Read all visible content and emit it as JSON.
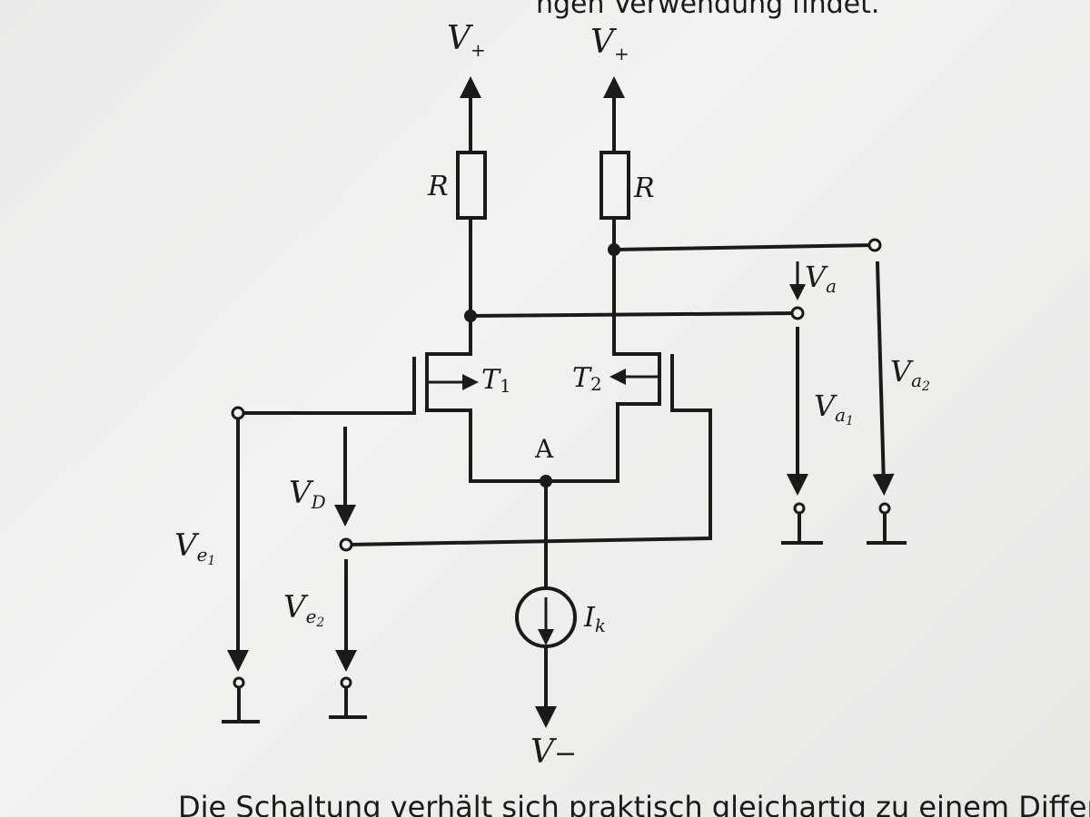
{
  "page_text": {
    "top_fragment": "ngen Verwendung findet.",
    "bottom_sentence": "Die Schaltung verhält sich praktisch gleichartig zu einem Differen"
  },
  "circuit": {
    "supply_left": "V",
    "supply_left_sub": "+",
    "supply_right": "V",
    "supply_right_sub": "+",
    "resistor_left": "R",
    "resistor_right": "R",
    "transistor_left": "T",
    "transistor_left_sub": "1",
    "transistor_right": "T",
    "transistor_right_sub": "2",
    "node_a": "A",
    "current_source": "I",
    "current_source_sub": "k",
    "supply_negative": "V",
    "supply_negative_sub": "−",
    "v_d": "V",
    "v_d_sub": "D",
    "v_e1": "V",
    "v_e1_sub": "e",
    "v_e1_idx": "1",
    "v_e2": "V",
    "v_e2_sub": "e",
    "v_e2_idx": "2",
    "v_a": "V",
    "v_a_sub": "a",
    "v_a1": "V",
    "v_a1_sub": "a",
    "v_a1_idx": "1",
    "v_a2": "V",
    "v_a2_sub": "a",
    "v_a2_idx": "2"
  }
}
